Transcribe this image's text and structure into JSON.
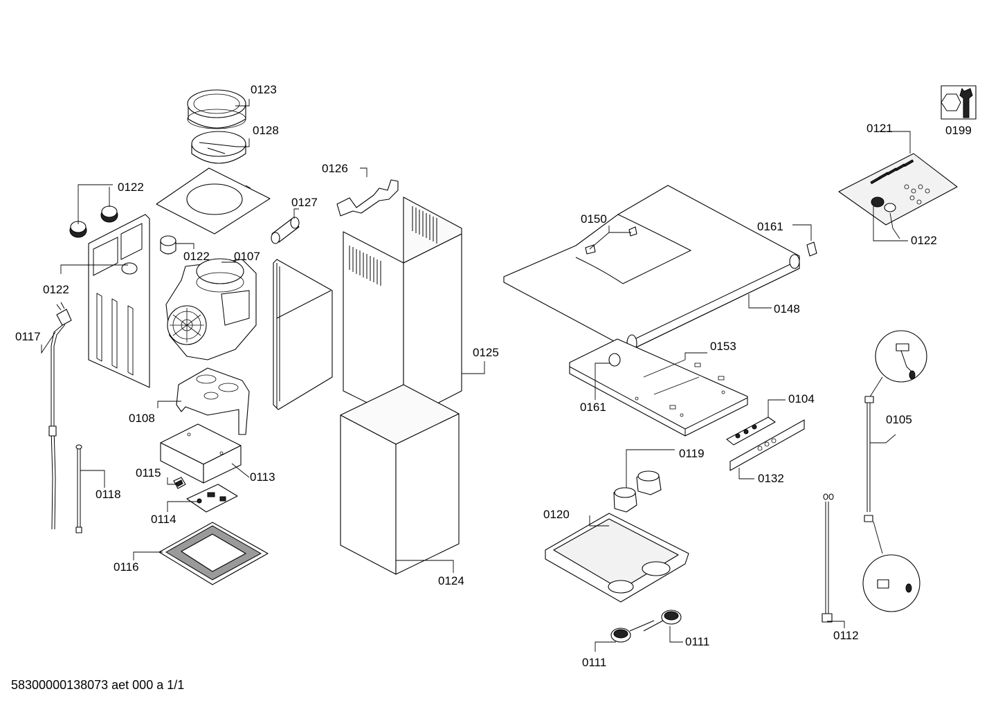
{
  "document_id": "58300000138073 aet 000 a 1/1",
  "labels": {
    "p0123": "0123",
    "p0128": "0128",
    "p0126": "0126",
    "p0122_a": "0122",
    "p0127": "0127",
    "p0122_b": "0122",
    "p0107": "0107",
    "p0122_c": "0122",
    "p0117": "0117",
    "p0125": "0125",
    "p0108": "0108",
    "p0115": "0115",
    "p0113": "0113",
    "p0118": "0118",
    "p0114": "0114",
    "p0116": "0116",
    "p0124": "0124",
    "p0150": "0150",
    "p0161_a": "0161",
    "p0148": "0148",
    "p0153": "0153",
    "p0161_b": "0161",
    "p0104": "0104",
    "p0119": "0119",
    "p0132": "0132",
    "p0120": "0120",
    "p0111_a": "0111",
    "p0111_b": "0111",
    "p0199": "0199",
    "p0121": "0121",
    "p0122_d": "0122",
    "p0105": "0105",
    "p0112": "0112"
  }
}
